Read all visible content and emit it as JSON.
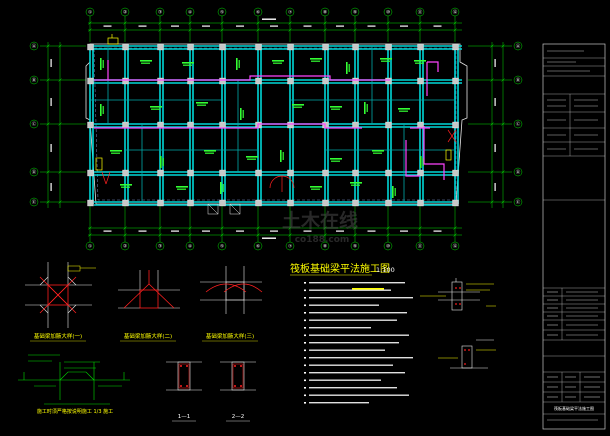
{
  "drawing": {
    "title": "筏板基础梁平法施工图",
    "scale": "1:100"
  },
  "plan": {
    "grid_top": [
      "①",
      "②",
      "③",
      "④",
      "⑤",
      "⑥",
      "⑦",
      "⑧",
      "⑨",
      "⑩",
      "⑪",
      "⑫"
    ],
    "grid_side": [
      "Ⓐ",
      "Ⓑ",
      "Ⓒ",
      "Ⓓ",
      "Ⓔ"
    ]
  },
  "details": {
    "detail1": "基础梁加腋大样(一)",
    "detail2": "基础梁加腋大样(二)",
    "detail3": "基础梁加腋大样(三)",
    "section1": "1—1",
    "section2": "2—2",
    "note_bottom": "施工时须严格按说明施工 1/3 施工"
  },
  "watermark": {
    "main": "土木在线",
    "sub": "co188.com"
  },
  "title_block": {
    "label": "筏板基础梁平法施工图"
  },
  "colors": {
    "background": "#000000",
    "beam": "#00e5e5",
    "wall": "#ffffff",
    "dimension": "#00ff00",
    "highlight": "#ff44ff",
    "annotation": "#ffff00",
    "text": "#ffffff",
    "red": "#ff2020"
  }
}
